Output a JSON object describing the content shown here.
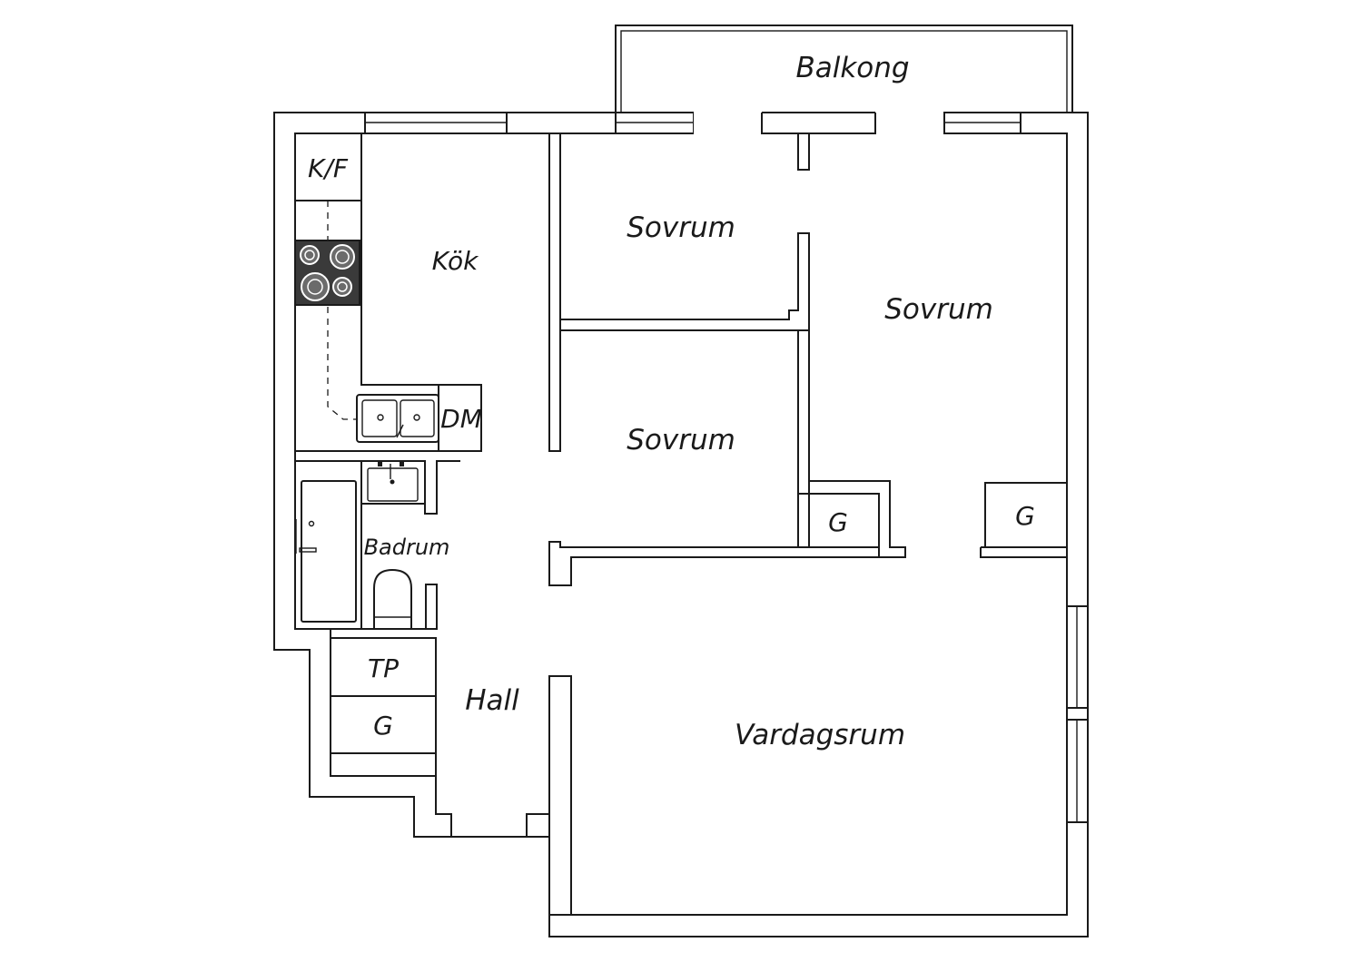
{
  "floorplan": {
    "rooms": {
      "balcony": "Balkong",
      "kitchen": "Kök",
      "fridge_freezer": "K/F",
      "dishwasher": "DM",
      "bedroom_top": "Sovrum",
      "bedroom_right": "Sovrum",
      "bedroom_middle": "Sovrum",
      "wardrobe_middle": "G",
      "wardrobe_right": "G",
      "bathroom": "Badrum",
      "laundry": "TP",
      "wardrobe_hall": "G",
      "hall": "Hall",
      "living_room": "Vardagsrum"
    }
  }
}
